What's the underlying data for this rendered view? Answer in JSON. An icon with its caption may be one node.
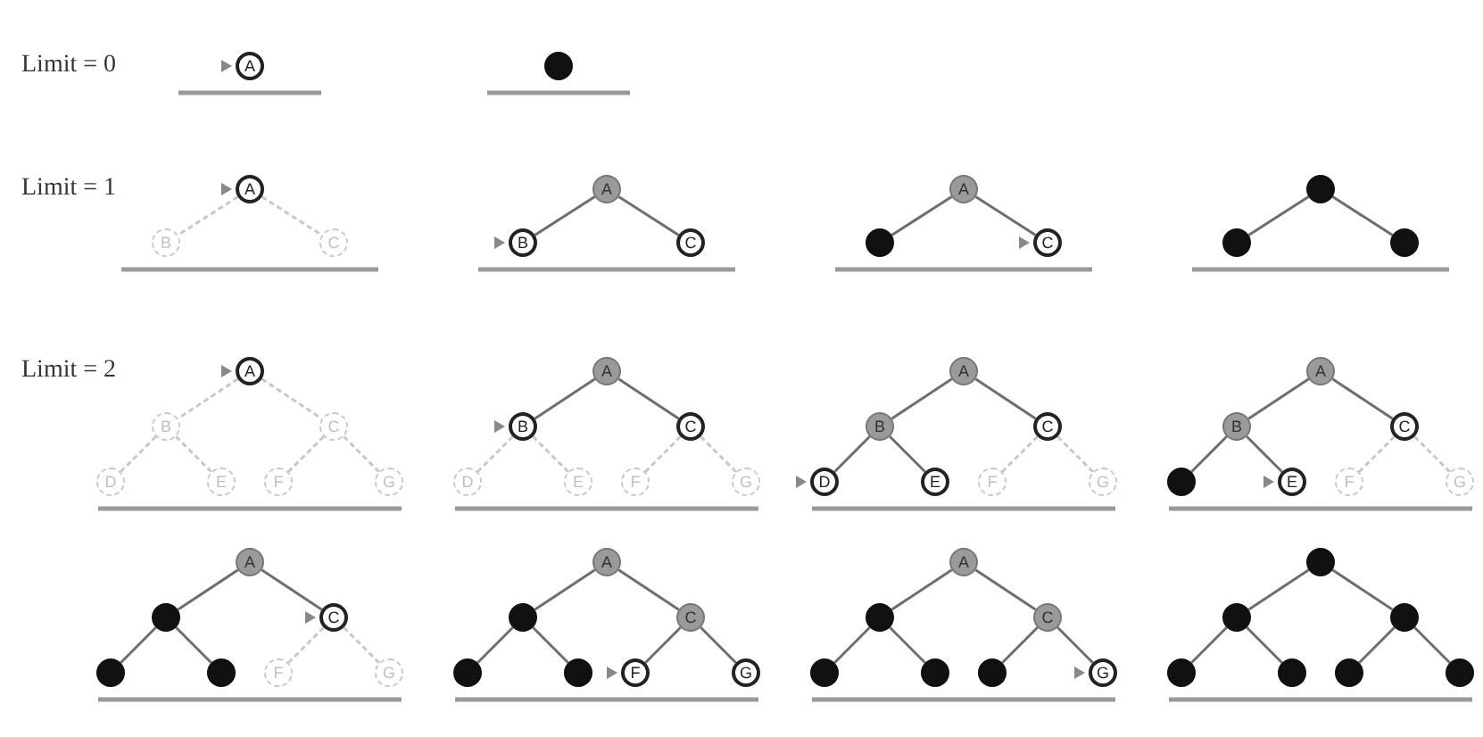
{
  "diagram": {
    "nodes": [
      {
        "text": [
          "A"
        ]
      },
      {
        "text": [],
        "shape": "circle"
      },
      {
        "text": [
          "A"
        ]
      },
      {
        "text": [
          "B"
        ]
      },
      {
        "text": [
          "C"
        ]
      },
      {
        "text": [
          "A"
        ]
      },
      {
        "text": [
          "B"
        ]
      },
      {
        "text": [
          "C"
        ]
      },
      {
        "text": [
          "A"
        ]
      },
      {
        "text": [],
        "shape": "circle"
      },
      {
        "text": [
          "C"
        ]
      },
      {
        "text": [],
        "shape": "circle"
      },
      {
        "text": [],
        "shape": "circle"
      },
      {
        "text": [],
        "shape": "circle"
      },
      {
        "text": [
          "A"
        ]
      },
      {
        "text": [
          "B"
        ]
      },
      {
        "text": [
          "C"
        ]
      },
      {
        "text": [
          "D"
        ]
      },
      {
        "text": [
          "E"
        ]
      },
      {
        "text": [
          "F"
        ]
      },
      {
        "text": [
          "G"
        ]
      },
      {
        "text": [
          "A"
        ]
      },
      {
        "text": [
          "B"
        ]
      },
      {
        "text": [
          "C"
        ]
      },
      {
        "text": [
          "D"
        ]
      },
      {
        "text": [
          "E"
        ]
      },
      {
        "text": [
          "F"
        ]
      },
      {
        "text": [
          "G"
        ]
      },
      {
        "text": [
          "A"
        ]
      },
      {
        "text": [
          "B"
        ]
      },
      {
        "text": [
          "C"
        ]
      },
      {
        "text": [
          "D"
        ]
      },
      {
        "text": [
          "E"
        ]
      },
      {
        "text": [
          "F"
        ]
      },
      {
        "text": [
          "G"
        ]
      },
      {
        "text": [
          "A"
        ]
      },
      {
        "text": [
          "B"
        ]
      },
      {
        "text": [
          "C"
        ]
      },
      {
        "text": [],
        "shape": "circle"
      },
      {
        "text": [
          "E"
        ]
      },
      {
        "text": [
          "F"
        ]
      },
      {
        "text": [
          "G"
        ]
      },
      {
        "text": [
          "A"
        ]
      },
      {
        "text": [],
        "shape": "circle"
      },
      {
        "text": [
          "C"
        ]
      },
      {
        "text": [],
        "shape": "circle"
      },
      {
        "text": [],
        "shape": "circle"
      },
      {
        "text": [
          "F"
        ]
      },
      {
        "text": [
          "G"
        ]
      },
      {
        "text": [
          "A"
        ]
      },
      {
        "text": [],
        "shape": "circle"
      },
      {
        "text": [
          "C"
        ]
      },
      {
        "text": [],
        "shape": "circle"
      },
      {
        "text": [],
        "shape": "circle"
      },
      {
        "text": [
          "F"
        ]
      },
      {
        "text": [
          "G"
        ]
      },
      {
        "text": [
          "A"
        ]
      },
      {
        "text": [],
        "shape": "circle"
      },
      {
        "text": [
          "C"
        ]
      },
      {
        "text": [],
        "shape": "circle"
      },
      {
        "text": [],
        "shape": "circle"
      },
      {
        "text": [],
        "shape": "circle"
      },
      {
        "text": [
          "G"
        ]
      },
      {
        "text": [],
        "shape": "circle"
      },
      {
        "text": [],
        "shape": "circle"
      },
      {
        "text": [],
        "shape": "circle"
      },
      {
        "text": [],
        "shape": "circle"
      },
      {
        "text": [],
        "shape": "circle"
      },
      {
        "text": [],
        "shape": "circle"
      },
      {
        "text": [],
        "shape": "circle"
      }
    ],
    "edges": [
      {
        "from": 2,
        "to": 3,
        "arrow": "none",
        "style": "dashed",
        "color": "#c8c8c8"
      },
      {
        "from": 2,
        "to": 4,
        "arrow": "none",
        "style": "dashed",
        "color": "#c8c8c8"
      },
      {
        "from": 5,
        "to": 6,
        "arrow": "none"
      },
      {
        "from": 5,
        "to": 7,
        "arrow": "none"
      },
      {
        "from": 8,
        "to": 9,
        "arrow": "none"
      },
      {
        "from": 8,
        "to": 10,
        "arrow": "none"
      },
      {
        "from": 11,
        "to": 12,
        "arrow": "none"
      },
      {
        "from": 11,
        "to": 13,
        "arrow": "none"
      },
      {
        "from": 14,
        "to": 15,
        "arrow": "none",
        "style": "dashed",
        "color": "#c8c8c8"
      },
      {
        "from": 14,
        "to": 16,
        "arrow": "none",
        "style": "dashed",
        "color": "#c8c8c8"
      },
      {
        "from": 15,
        "to": 17,
        "arrow": "none",
        "style": "dashed",
        "color": "#c8c8c8"
      },
      {
        "from": 15,
        "to": 18,
        "arrow": "none",
        "style": "dashed",
        "color": "#c8c8c8"
      },
      {
        "from": 16,
        "to": 19,
        "arrow": "none",
        "style": "dashed",
        "color": "#c8c8c8"
      },
      {
        "from": 16,
        "to": 20,
        "arrow": "none",
        "style": "dashed",
        "color": "#c8c8c8"
      },
      {
        "from": 21,
        "to": 22,
        "arrow": "none"
      },
      {
        "from": 21,
        "to": 23,
        "arrow": "none"
      },
      {
        "from": 22,
        "to": 24,
        "arrow": "none",
        "style": "dashed",
        "color": "#c8c8c8"
      },
      {
        "from": 22,
        "to": 25,
        "arrow": "none",
        "style": "dashed",
        "color": "#c8c8c8"
      },
      {
        "from": 23,
        "to": 26,
        "arrow": "none",
        "style": "dashed",
        "color": "#c8c8c8"
      },
      {
        "from": 23,
        "to": 27,
        "arrow": "none",
        "style": "dashed",
        "color": "#c8c8c8"
      },
      {
        "from": 28,
        "to": 29,
        "arrow": "none"
      },
      {
        "from": 28,
        "to": 30,
        "arrow": "none"
      },
      {
        "from": 29,
        "to": 31,
        "arrow": "none"
      },
      {
        "from": 29,
        "to": 32,
        "arrow": "none"
      },
      {
        "from": 30,
        "to": 33,
        "arrow": "none",
        "style": "dashed",
        "color": "#c8c8c8"
      },
      {
        "from": 30,
        "to": 34,
        "arrow": "none",
        "style": "dashed",
        "color": "#c8c8c8"
      },
      {
        "from": 35,
        "to": 36,
        "arrow": "none"
      },
      {
        "from": 35,
        "to": 37,
        "arrow": "none"
      },
      {
        "from": 36,
        "to": 38,
        "arrow": "none"
      },
      {
        "from": 36,
        "to": 39,
        "arrow": "none"
      },
      {
        "from": 37,
        "to": 40,
        "arrow": "none",
        "style": "dashed",
        "color": "#c8c8c8"
      },
      {
        "from": 37,
        "to": 41,
        "arrow": "none",
        "style": "dashed",
        "color": "#c8c8c8"
      },
      {
        "from": 42,
        "to": 43,
        "arrow": "none"
      },
      {
        "from": 42,
        "to": 44,
        "arrow": "none"
      },
      {
        "from": 43,
        "to": 45,
        "arrow": "none"
      },
      {
        "from": 43,
        "to": 46,
        "arrow": "none"
      },
      {
        "from": 44,
        "to": 47,
        "arrow": "none",
        "style": "dashed",
        "color": "#c8c8c8"
      },
      {
        "from": 44,
        "to": 48,
        "arrow": "none",
        "style": "dashed",
        "color": "#c8c8c8"
      },
      {
        "from": 49,
        "to": 50,
        "arrow": "none"
      },
      {
        "from": 49,
        "to": 51,
        "arrow": "none"
      },
      {
        "from": 50,
        "to": 52,
        "arrow": "none"
      },
      {
        "from": 50,
        "to": 53,
        "arrow": "none"
      },
      {
        "from": 51,
        "to": 54,
        "arrow": "none"
      },
      {
        "from": 51,
        "to": 55,
        "arrow": "none"
      },
      {
        "from": 56,
        "to": 57,
        "arrow": "none"
      },
      {
        "from": 56,
        "to": 58,
        "arrow": "none"
      },
      {
        "from": 57,
        "to": 59,
        "arrow": "none"
      },
      {
        "from": 57,
        "to": 60,
        "arrow": "none"
      },
      {
        "from": 58,
        "to": 61,
        "arrow": "none"
      },
      {
        "from": 58,
        "to": 62,
        "arrow": "none"
      },
      {
        "from": 63,
        "to": 64,
        "arrow": "none"
      },
      {
        "from": 63,
        "to": 65,
        "arrow": "none"
      },
      {
        "from": 64,
        "to": 66,
        "arrow": "none"
      },
      {
        "from": 64,
        "to": 67,
        "arrow": "none"
      },
      {
        "from": 65,
        "to": 68,
        "arrow": "none"
      },
      {
        "from": 65,
        "to": 69,
        "arrow": "none"
      }
    ],
    "labels": [
      "Limit = 0",
      "Limit = 1",
      "Limit = 2"
    ]
  }
}
